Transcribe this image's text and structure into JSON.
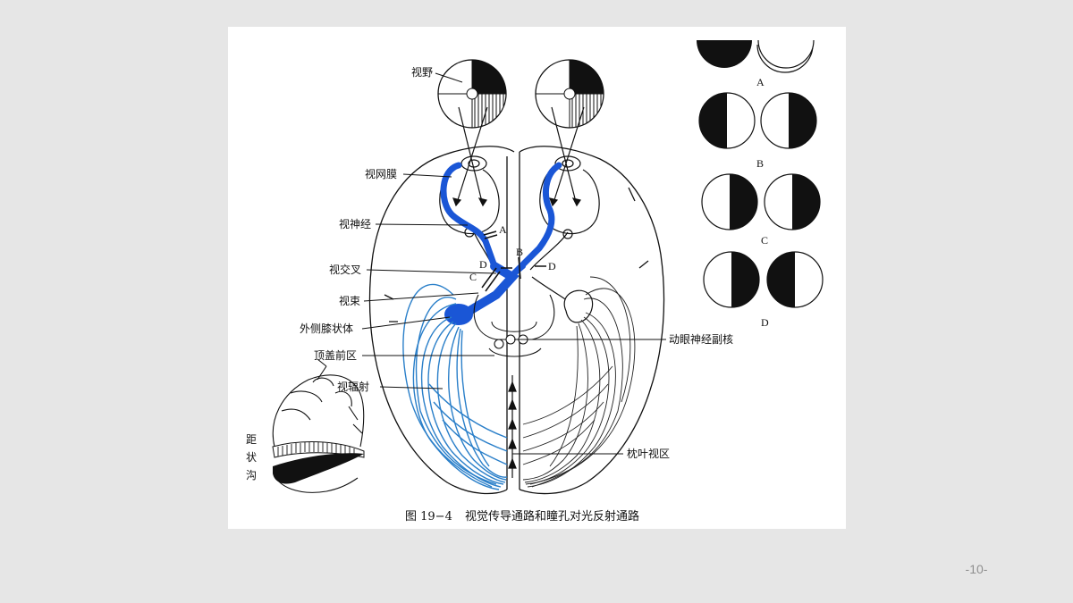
{
  "figure": {
    "labels": {
      "visual_field": "视野",
      "retina": "视网膜",
      "optic_nerve": "视神经",
      "optic_chiasm": "视交叉",
      "optic_tract": "视束",
      "lateral_geniculate": "外侧膝状体",
      "pretectal_area": "顶盖前区",
      "optic_radiation": "视辐射",
      "oculomotor_nucleus": "动眼神经副核",
      "occipital_visual_area": "枕叶视区",
      "calcarine_1": "距",
      "calcarine_2": "状",
      "calcarine_3": "沟"
    },
    "lesion_markers": {
      "a": "A",
      "b": "B",
      "c": "C",
      "d_left": "D",
      "d_right": "D"
    },
    "caption": {
      "number": "图 19−4",
      "title": "视觉传导通路和瞳孔对光反射通路"
    }
  },
  "field_defects": [
    {
      "label": "A"
    },
    {
      "label": "B"
    },
    {
      "label": "C"
    },
    {
      "label": "D"
    }
  ],
  "colors": {
    "pathway_blue": "#1a56d6",
    "radiation_blue": "#2a7fc9",
    "ink": "#111111"
  },
  "page_number": "-10-"
}
